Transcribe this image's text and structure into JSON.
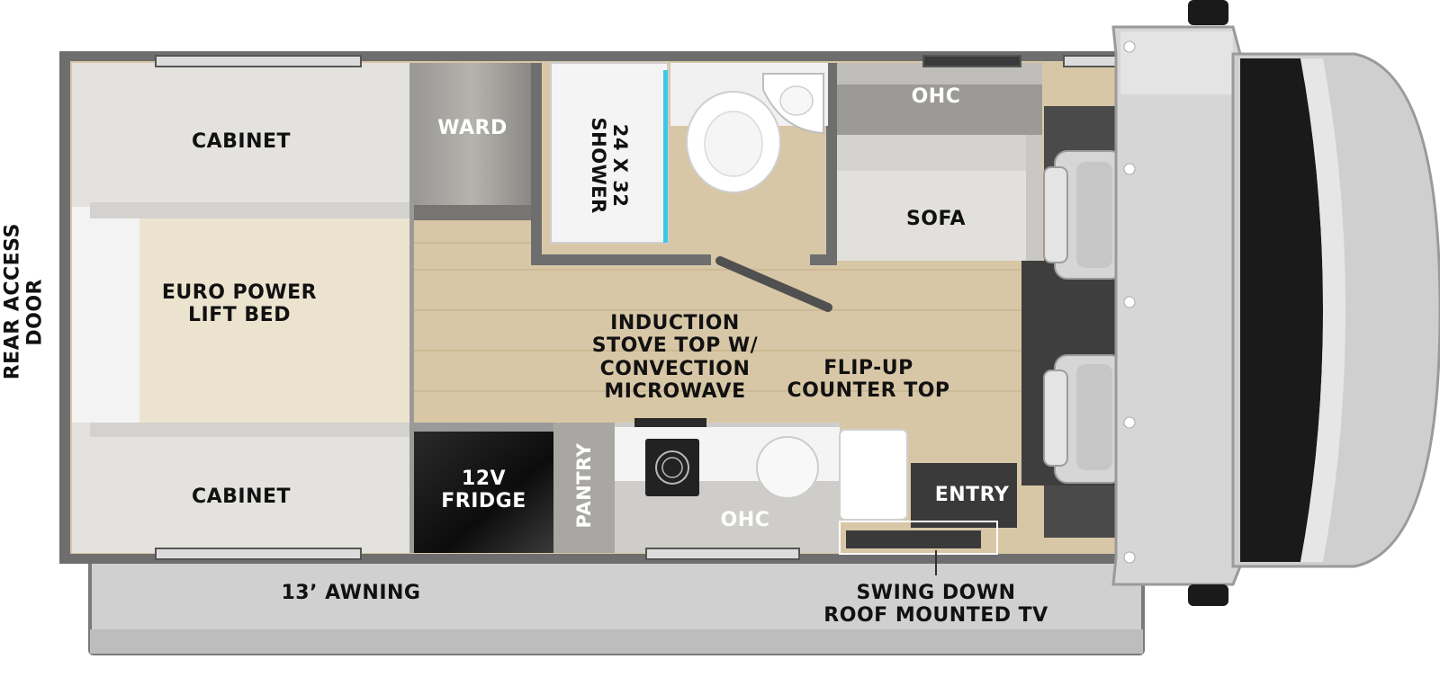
{
  "colors": {
    "wall": "#6b6b6b",
    "floor": "#d9c8a8",
    "cabinet": "#e3e1de",
    "bed": "#ece4d4",
    "ward": "#8e8c88",
    "fridge": "#111111",
    "cab_body": "#d2d2d2",
    "windshield": "#1a1a1a",
    "shower_accent": "#3ec8e8",
    "awning": "#cfcfcf",
    "text": "#111111"
  },
  "labels": {
    "rear_access_door": [
      "REAR ACCESS",
      "DOOR"
    ],
    "cabinet_top": "CABINET",
    "cabinet_bottom": "CABINET",
    "bed": [
      "EURO POWER",
      "LIFT BED"
    ],
    "ward": "WARD",
    "shower": [
      "24 X 32",
      "SHOWER"
    ],
    "ohc_top": "OHC",
    "sofa": "SOFA",
    "induction": [
      "INDUCTION",
      "STOVE TOP W/",
      "CONVECTION",
      "MICROWAVE"
    ],
    "flip_up": [
      "FLIP-UP",
      "COUNTER TOP"
    ],
    "fridge": [
      "12V",
      "FRIDGE"
    ],
    "pantry": "PANTRY",
    "ohc_bottom": "OHC",
    "entry": "ENTRY",
    "awning": "13’ AWNING",
    "tv": [
      "SWING DOWN",
      "ROOF MOUNTED TV"
    ]
  }
}
